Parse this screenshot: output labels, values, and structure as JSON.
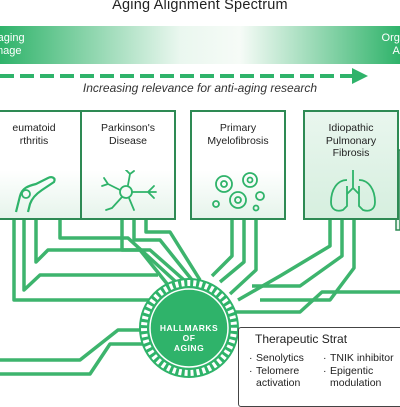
{
  "title": "Aging Alignment Spectrum",
  "spectrum": {
    "left_label_line1": "-aging",
    "left_label_line2": "mage",
    "right_label_line1": "Orga",
    "right_label_line2": "Ag"
  },
  "relevance_label": "Increasing relevance for anti-aging research",
  "diseases": [
    {
      "line1": "eumatoid",
      "line2": "rthritis",
      "line3": "",
      "icon": "arm-joint-icon"
    },
    {
      "line1": "Parkinson's",
      "line2": "Disease",
      "line3": "",
      "icon": "neuron-icon"
    },
    {
      "line1": "Primary",
      "line2": "Myelofibrosis",
      "line3": "",
      "icon": "blood-cells-icon"
    },
    {
      "line1": "Idiopathic",
      "line2": "Pulmonary",
      "line3": "Fibrosis",
      "icon": "lungs-icon"
    }
  ],
  "hub": {
    "line1": "HALLMARKS",
    "line2": "OF",
    "line3": "AGING"
  },
  "therapeutics": {
    "title": "Therapeutic Strat",
    "col1": [
      "Senolytics",
      "Telomere activation"
    ],
    "col2": [
      "TNIK inhibitor",
      "Epigentic modulation"
    ]
  },
  "colors": {
    "accent": "#2fb36a",
    "dark_green": "#2e8a54",
    "connector": "#3db46d"
  }
}
